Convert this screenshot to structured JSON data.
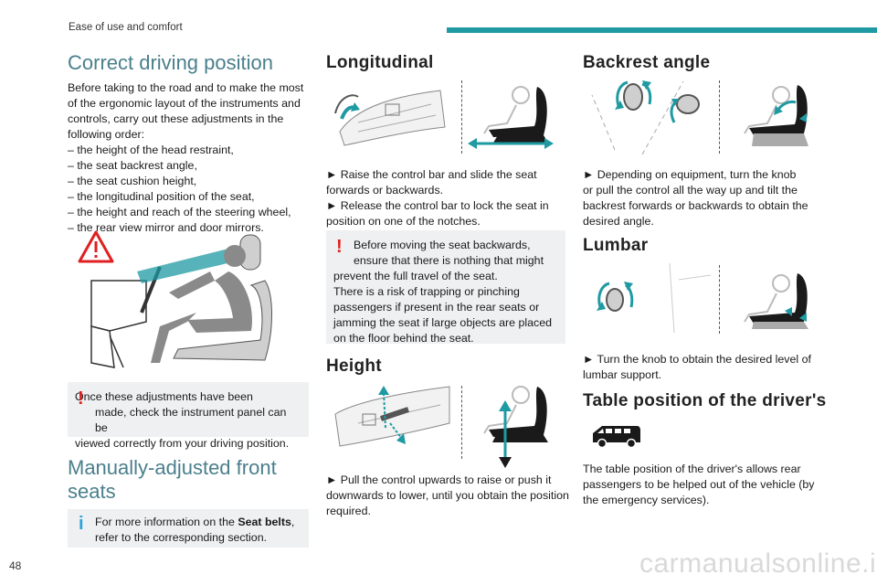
{
  "header": {
    "section": "Ease of use and comfort"
  },
  "page_number": "48",
  "watermark": "carmanualsonline.info",
  "col1": {
    "title": "Correct driving position",
    "intro_lines": [
      "Before taking to the road and to make the most",
      "of the ergonomic layout of the instruments and",
      "controls, carry out these adjustments in the",
      "following order:",
      "– the height of the head restraint,",
      "– the seat backrest angle,",
      "– the seat cushion height,",
      "– the longitudinal position of the seat,",
      "– the height and reach of the steering wheel,",
      "– the rear view mirror and door mirrors."
    ],
    "warning_lines": [
      "Once these adjustments have been",
      "made, check the instrument panel can be",
      "viewed correctly from your driving position."
    ],
    "section_title_line1": "Manually-adjusted front",
    "section_title_line2": "seats",
    "info_prefix": "For more information on the ",
    "info_bold": "Seat belts",
    "info_suffix": ",",
    "info_line2": "refer to the corresponding section."
  },
  "col2": {
    "longitudinal": {
      "title": "Longitudinal",
      "lines": [
        "► Raise the control bar and slide the seat",
        "forwards or backwards.",
        "► Release the control bar to lock the seat in",
        "position on one of the notches."
      ]
    },
    "warning_lines": [
      "Before moving the seat backwards,",
      "ensure that there is nothing that might",
      "prevent the full travel of the seat.",
      "There is a risk of trapping or pinching",
      "passengers if present in the rear seats or",
      "jamming the seat if large objects are placed",
      "on the floor behind the seat."
    ],
    "height": {
      "title": "Height",
      "lines": [
        "► Pull the control upwards to raise or push it",
        "downwards to lower, until you obtain the position",
        "required."
      ]
    }
  },
  "col3": {
    "backrest": {
      "title": "Backrest angle",
      "lines": [
        "► Depending on equipment, turn the knob",
        "or pull the control all the way up and tilt the",
        "backrest forwards or backwards to obtain the",
        "desired angle."
      ]
    },
    "lumbar": {
      "title": "Lumbar",
      "lines": [
        "► Turn the knob to obtain the desired level of",
        "lumbar support."
      ]
    },
    "table": {
      "title": "Table position of the driver's",
      "lines": [
        "The table position of the driver's allows rear",
        "passengers to be helped out of the vehicle (by",
        "the emergency services)."
      ]
    }
  },
  "colors": {
    "accent": "#1f9aa3",
    "heading": "#4a7f8c",
    "warning": "#e02020",
    "info": "#2aa3e0",
    "note_bg": "#eef0f1"
  }
}
